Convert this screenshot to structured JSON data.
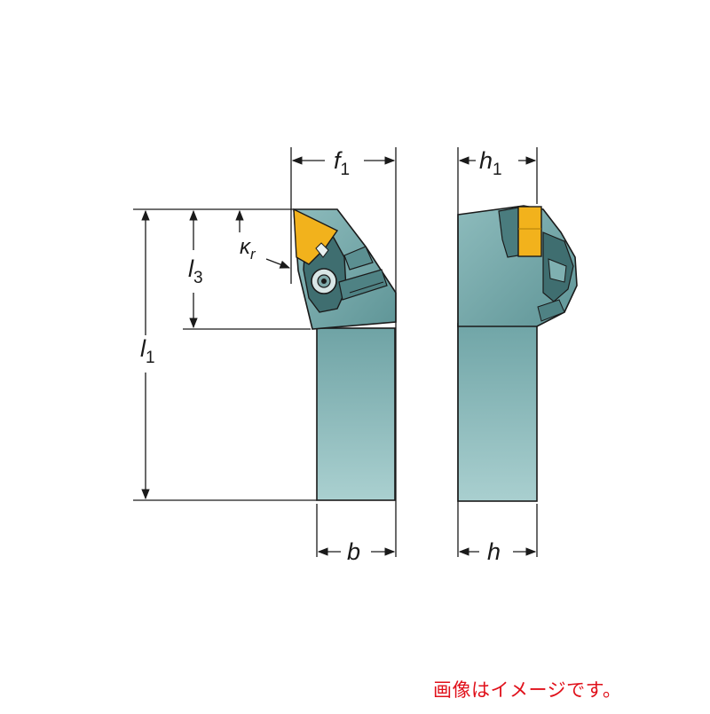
{
  "labels": {
    "f": "f",
    "f_sub": "1",
    "h1": "h",
    "h1_sub": "1",
    "l3": "l",
    "l3_sub": "3",
    "l1": "l",
    "l1_sub": "1",
    "kappa": "κ",
    "kappa_sub": "r",
    "b": "b",
    "h": "h"
  },
  "caption": "画像はイメージです。",
  "colors": {
    "shank_light": "#a8cfcf",
    "shank_dark": "#6fa6a8",
    "insert": "#f2b21c",
    "outline": "#1a1a1a",
    "caption": "#e0101a"
  }
}
